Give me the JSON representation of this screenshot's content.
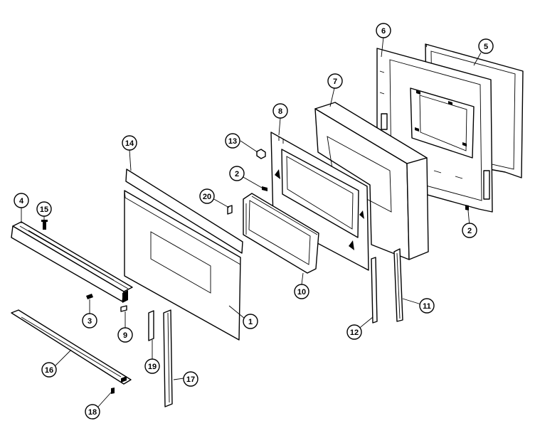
{
  "diagram": {
    "callouts": [
      {
        "id": "door-panel",
        "label": "1"
      },
      {
        "id": "screw-left",
        "label": "2"
      },
      {
        "id": "screw-right",
        "label": "2"
      },
      {
        "id": "screw-bottom",
        "label": "3"
      },
      {
        "id": "handle-trim",
        "label": "4"
      },
      {
        "id": "door-gasket",
        "label": "5"
      },
      {
        "id": "inner-door-liner",
        "label": "6"
      },
      {
        "id": "insulation",
        "label": "7"
      },
      {
        "id": "glass-pack-frame",
        "label": "8"
      },
      {
        "id": "handle-cap",
        "label": "9"
      },
      {
        "id": "window-glass-assembly",
        "label": "10"
      },
      {
        "id": "side-trim-right",
        "label": "11"
      },
      {
        "id": "side-trim-left",
        "label": "12"
      },
      {
        "id": "clip-nut",
        "label": "13"
      },
      {
        "id": "door-top-trim",
        "label": "14"
      },
      {
        "id": "handle-screw",
        "label": "15"
      },
      {
        "id": "bottom-trim",
        "label": "16"
      },
      {
        "id": "end-cap-right",
        "label": "17"
      },
      {
        "id": "bottom-screw",
        "label": "18"
      },
      {
        "id": "end-cap-left",
        "label": "19"
      },
      {
        "id": "spacer",
        "label": "20"
      }
    ]
  }
}
